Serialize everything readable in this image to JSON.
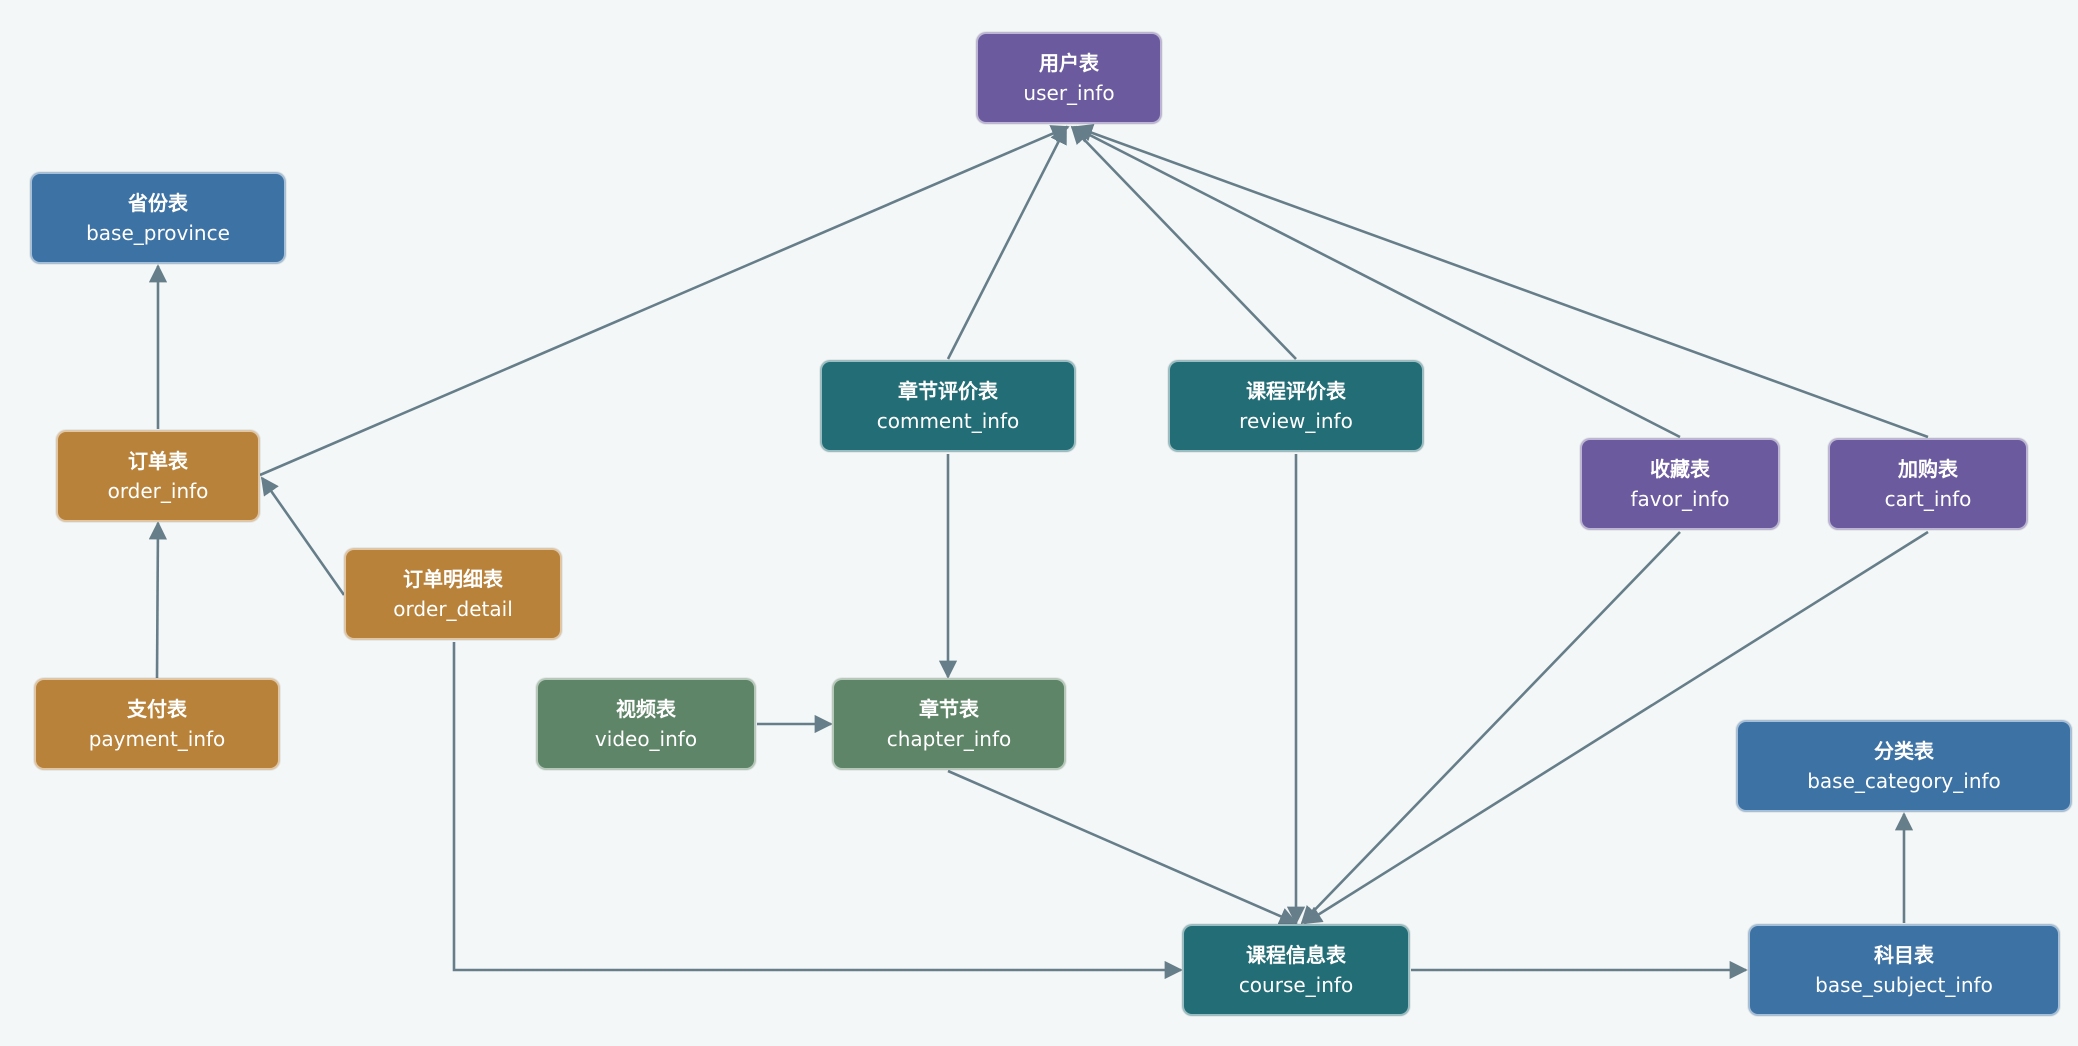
{
  "nodes": {
    "user_info": {
      "cn": "用户表",
      "en": "user_info",
      "color": "#6b5b9e"
    },
    "base_province": {
      "cn": "省份表",
      "en": "base_province",
      "color": "#3d72a4"
    },
    "order_info": {
      "cn": "订单表",
      "en": "order_info",
      "color": "#b8823a"
    },
    "order_detail": {
      "cn": "订单明细表",
      "en": "order_detail",
      "color": "#b8823a"
    },
    "payment_info": {
      "cn": "支付表",
      "en": "payment_info",
      "color": "#b8823a"
    },
    "comment_info": {
      "cn": "章节评价表",
      "en": "comment_info",
      "color": "#236d76"
    },
    "review_info": {
      "cn": "课程评价表",
      "en": "review_info",
      "color": "#236d76"
    },
    "favor_info": {
      "cn": "收藏表",
      "en": "favor_info",
      "color": "#6b5b9e"
    },
    "cart_info": {
      "cn": "加购表",
      "en": "cart_info",
      "color": "#6b5b9e"
    },
    "video_info": {
      "cn": "视频表",
      "en": "video_info",
      "color": "#5e8567"
    },
    "chapter_info": {
      "cn": "章节表",
      "en": "chapter_info",
      "color": "#5e8567"
    },
    "base_category_info": {
      "cn": "分类表",
      "en": "base_category_info",
      "color": "#3d72a4"
    },
    "course_info": {
      "cn": "课程信息表",
      "en": "course_info",
      "color": "#236d76"
    },
    "base_subject_info": {
      "cn": "科目表",
      "en": "base_subject_info",
      "color": "#3d72a4"
    }
  },
  "edges": [
    {
      "from": "order_info",
      "to": "user_info"
    },
    {
      "from": "comment_info",
      "to": "user_info"
    },
    {
      "from": "review_info",
      "to": "user_info"
    },
    {
      "from": "favor_info",
      "to": "user_info"
    },
    {
      "from": "cart_info",
      "to": "user_info"
    },
    {
      "from": "order_info",
      "to": "base_province"
    },
    {
      "from": "payment_info",
      "to": "order_info"
    },
    {
      "from": "order_detail",
      "to": "order_info"
    },
    {
      "from": "order_detail",
      "to": "course_info"
    },
    {
      "from": "comment_info",
      "to": "chapter_info"
    },
    {
      "from": "video_info",
      "to": "chapter_info"
    },
    {
      "from": "chapter_info",
      "to": "course_info"
    },
    {
      "from": "review_info",
      "to": "course_info"
    },
    {
      "from": "favor_info",
      "to": "course_info"
    },
    {
      "from": "cart_info",
      "to": "course_info"
    },
    {
      "from": "course_info",
      "to": "base_subject_info"
    },
    {
      "from": "base_subject_info",
      "to": "base_category_info"
    }
  ],
  "colors": {
    "edge": "#667e89",
    "background": "#f4f7f7"
  }
}
